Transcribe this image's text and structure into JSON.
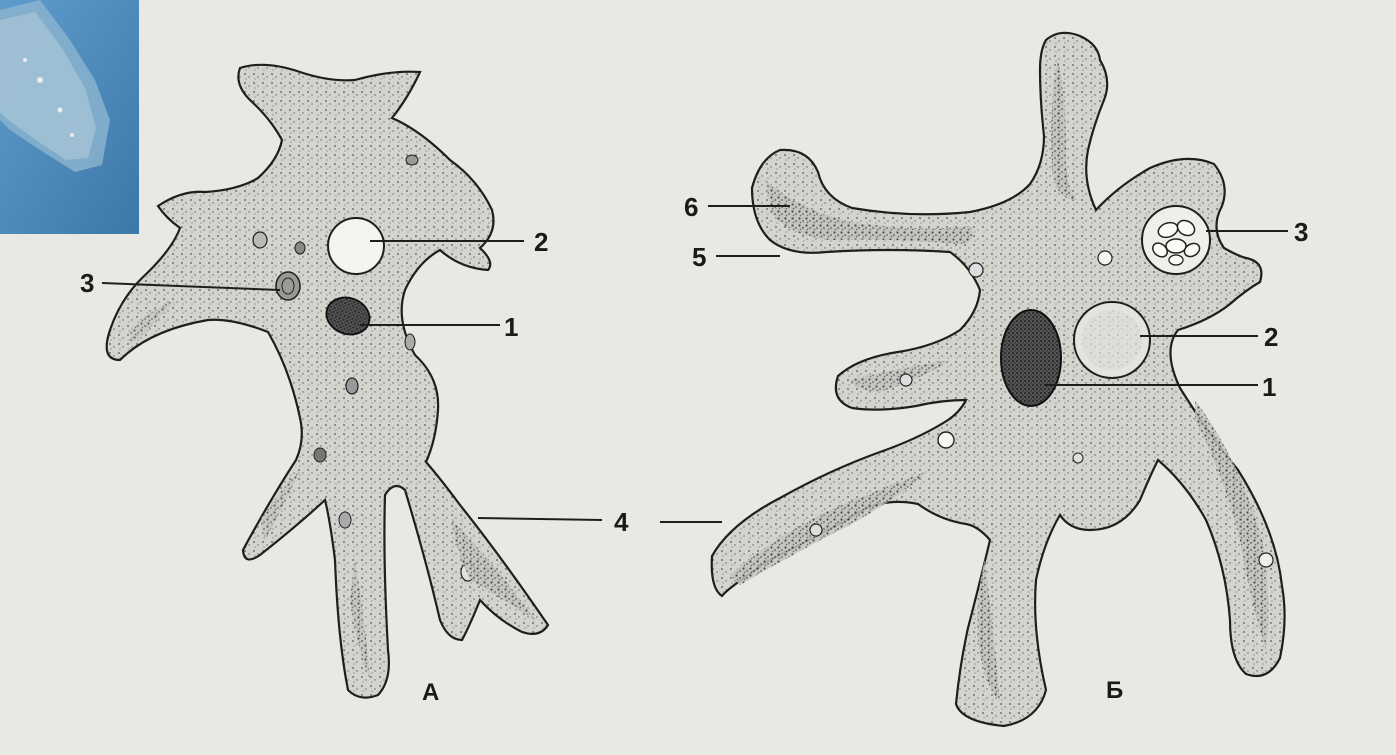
{
  "figure_a": {
    "letter": "А",
    "labels": {
      "nucleus": "1",
      "contractile_vacuole": "2",
      "food_vacuole": "3"
    }
  },
  "figure_b": {
    "letter": "Б",
    "labels": {
      "nucleus": "1",
      "contractile_vacuole": "2",
      "food_vacuole": "3",
      "ectoplasm": "5",
      "endoplasm": "6"
    }
  },
  "shared_labels": {
    "pseudopodia": "4"
  },
  "colors": {
    "paper": "#e9e9e4",
    "cell_fill": "#d6d6d0",
    "outline": "#1e1e1e",
    "photo_bg": "#4b86b8"
  },
  "icons": [
    "amoeba-photo-inset"
  ]
}
